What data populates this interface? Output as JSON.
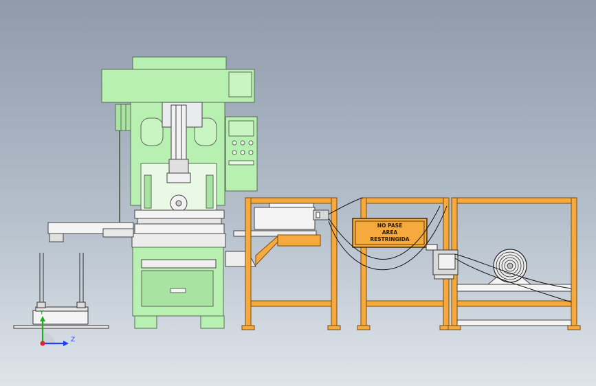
{
  "scene": {
    "description_colors": {
      "press_body": "#b7f0b0",
      "press_outline": "#5a6b58",
      "frame_orange": "#f6a93c",
      "frame_outline": "#7a4a10",
      "sign_fill": "#f6a93c",
      "metal_light": "#f2f2f2",
      "motor_gray": "#d9d9d9"
    },
    "sign": {
      "line1": "NO PASE",
      "line2": "AREA",
      "line3": "RESTRINGIDA"
    },
    "triad": {
      "x_label": "Z",
      "y_label": "Y",
      "colors": {
        "z": "#1f3fff",
        "y": "#19b319",
        "origin": "#e0242b"
      }
    }
  }
}
